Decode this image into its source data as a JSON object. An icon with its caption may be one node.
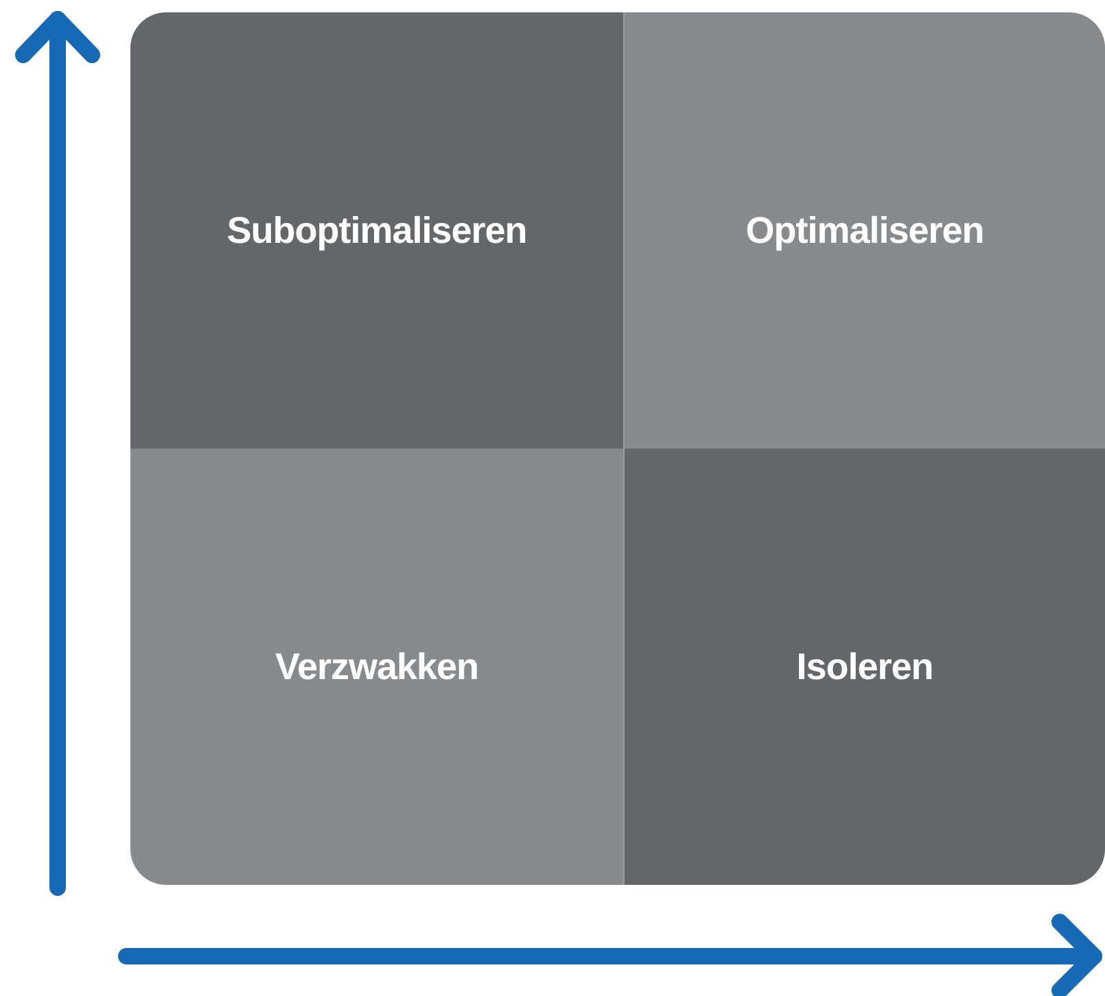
{
  "diagram": {
    "nodes": [
      {
        "text": [
          "Suboptimaliseren"
        ]
      },
      {
        "text": [
          "Optimaliseren"
        ]
      },
      {
        "text": [
          "Verzwakken"
        ]
      },
      {
        "text": [
          "Isoleren"
        ]
      }
    ]
  }
}
